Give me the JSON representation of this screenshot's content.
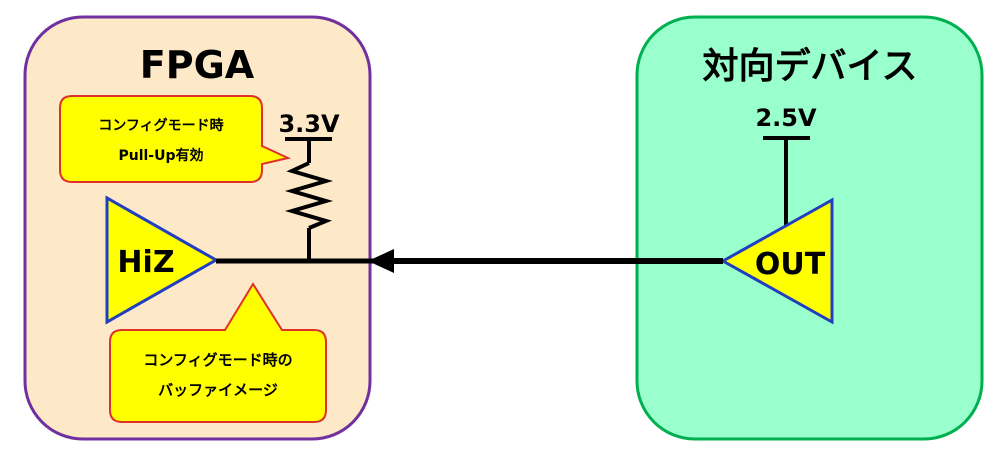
{
  "fpga": {
    "title": "FPGA",
    "supply_label": "3.3V",
    "buffer_label": "HiZ",
    "callout_pullup": {
      "line1": "コンフィグモード時",
      "line2": "Pull-Up有効"
    },
    "callout_buffer": {
      "line1": "コンフィグモード時の",
      "line2": "バッファイメージ"
    }
  },
  "device": {
    "title": "対向デバイス",
    "supply_label": "2.5V",
    "buffer_label": "OUT"
  },
  "colors": {
    "fpga_fill": "#fde9c8",
    "fpga_border": "#7030a0",
    "device_fill": "#99ffcc",
    "device_border": "#00b050",
    "buffer_fill": "#ffff00",
    "buffer_border": "#1f3fbf",
    "callout_fill": "#ffff00",
    "callout_border": "#e0302a",
    "wire": "#000000"
  }
}
